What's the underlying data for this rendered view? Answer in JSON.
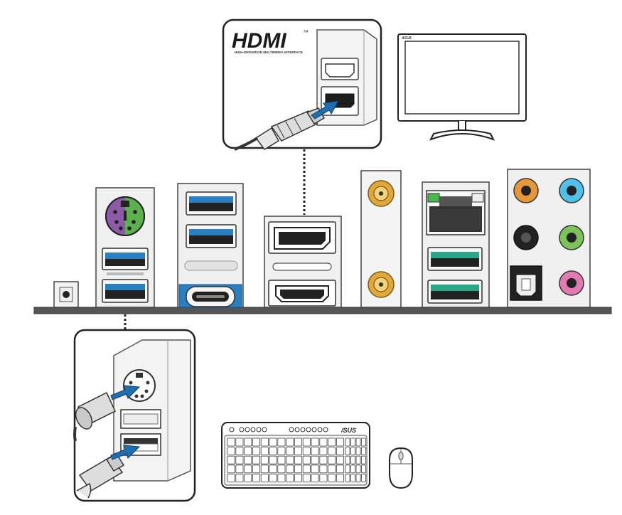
{
  "hdmi_callout": {
    "logo": "HDMI",
    "trademark": "™",
    "tagline": "HIGH-DEFINITION MULTIMEDIA INTERFACE"
  },
  "monitor": {
    "brand": "ASUS"
  },
  "keyboard": {
    "brand": "/SUS"
  },
  "colors": {
    "usb3_blue": "#2a7fc1",
    "usb_teal": "#2aa88a",
    "ps2_purple": "#8d5aa8",
    "ps2_green": "#5cb04e",
    "antenna_gold": "#e0a93a",
    "audio_orange": "#e8963a",
    "audio_cyan": "#4fc0e8",
    "audio_black": "#222222",
    "audio_green": "#7cc45a",
    "audio_pink": "#e07ab0",
    "arrow_blue": "#1f6fb0",
    "panel_dark": "#555555"
  }
}
